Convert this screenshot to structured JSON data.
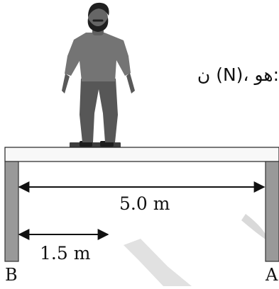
{
  "question_text": "ن (N)، هو:",
  "dimensions": {
    "total_span": "5.0 m",
    "person_to_support_b": "1.5 m"
  },
  "supports": {
    "left": "B",
    "right": "A"
  },
  "colors": {
    "beam_fill": "#f8f8f8",
    "beam_stroke": "#222222",
    "support_fill": "#999999",
    "support_stroke": "#333333",
    "person_skin": "#5f5f5f",
    "person_shirt": "#747474",
    "person_pants": "#575757",
    "person_hair": "#202020",
    "watermark": "#d7d7d7"
  },
  "icons": [
    "person-icon",
    "double-arrow-icon",
    "support-column-icon"
  ]
}
